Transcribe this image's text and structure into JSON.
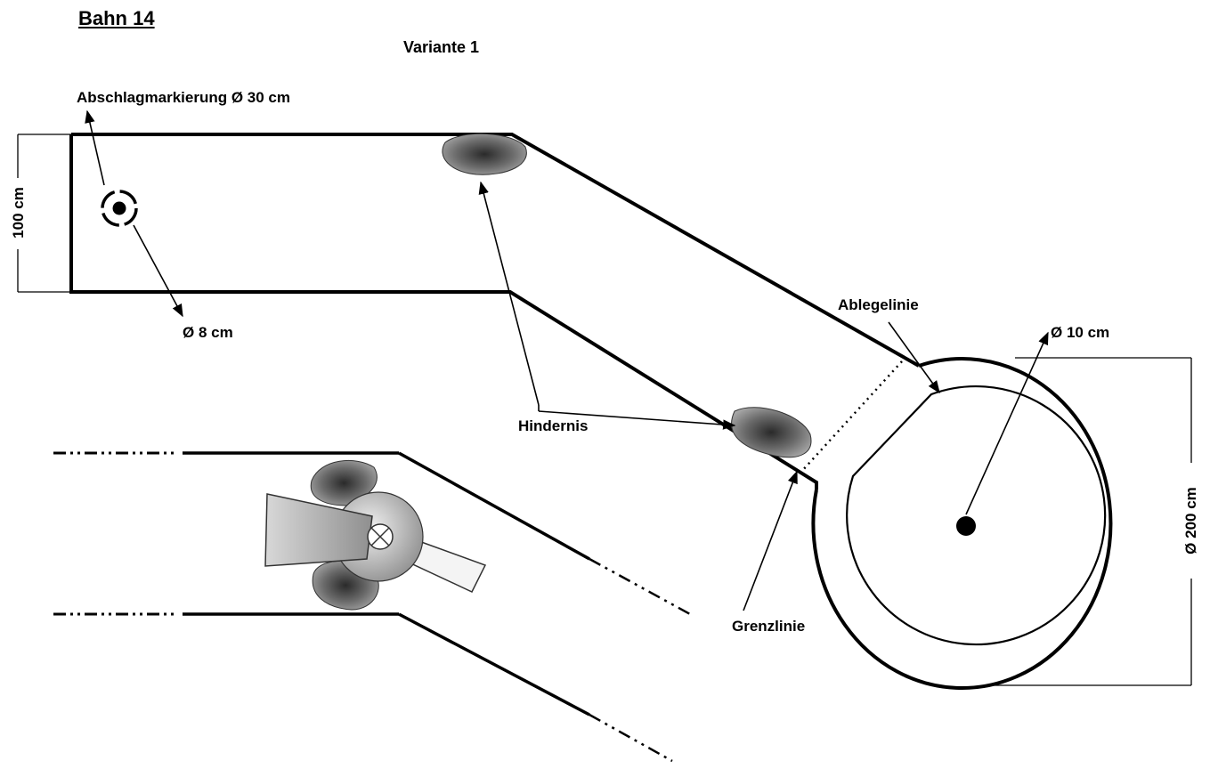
{
  "header": {
    "title": "Bahn 14",
    "subtitle": "Variante 1"
  },
  "labels": {
    "tee_marker": "Abschlagmarkierung Ø 30 cm",
    "ball_diameter": "Ø 8 cm",
    "width": "100 cm",
    "obstacle": "Hindernis",
    "placing_line": "Ablegelinie",
    "hole_diameter": "Ø 10 cm",
    "boundary_line": "Grenzlinie",
    "circle_diameter": "Ø 200 cm"
  }
}
